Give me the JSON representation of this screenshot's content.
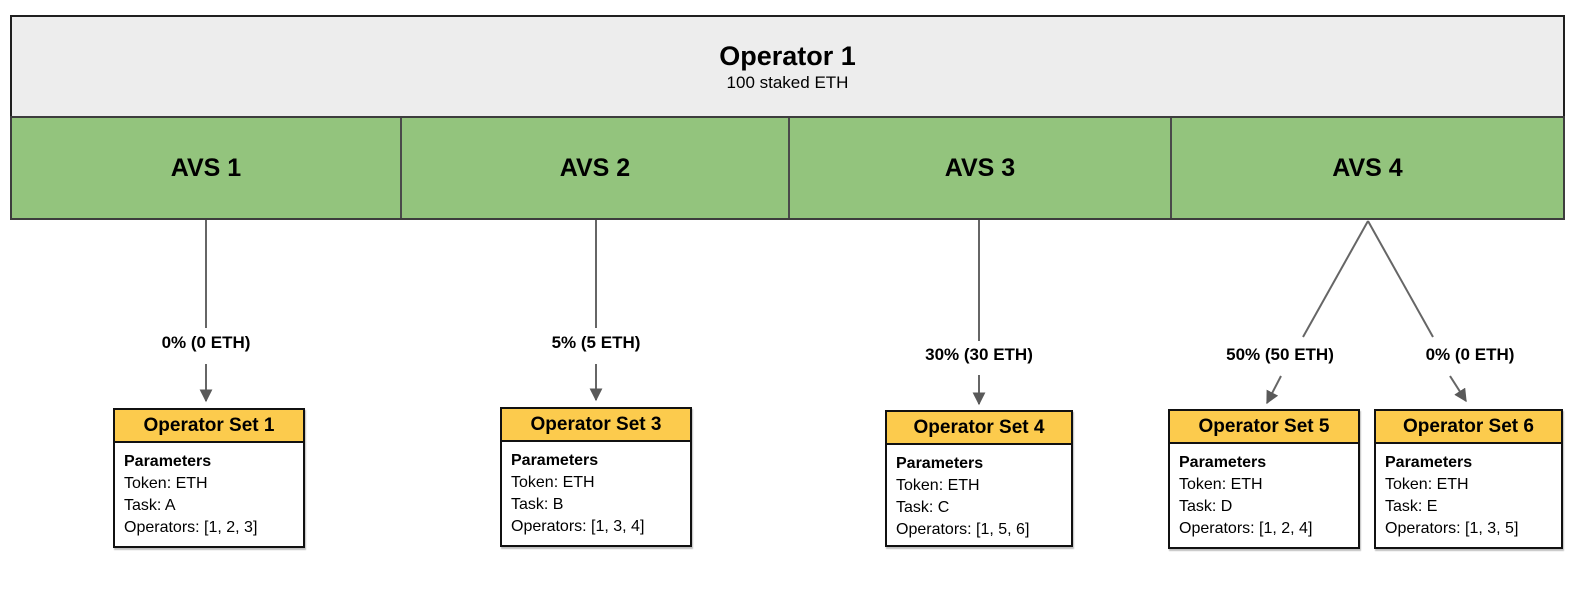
{
  "operator": {
    "title": "Operator 1",
    "subtitle": "100 staked ETH"
  },
  "avs_sections": [
    {
      "label": "AVS 1"
    },
    {
      "label": "AVS 2"
    },
    {
      "label": "AVS 3"
    },
    {
      "label": "AVS 4"
    }
  ],
  "allocations": [
    {
      "label": "0% (0 ETH)",
      "from": "AVS 1",
      "to": "Operator Set 1"
    },
    {
      "label": "5% (5 ETH)",
      "from": "AVS 2",
      "to": "Operator Set 3"
    },
    {
      "label": "30% (30 ETH)",
      "from": "AVS 3",
      "to": "Operator Set 4"
    },
    {
      "label": "50% (50 ETH)",
      "from": "AVS 4",
      "to": "Operator Set 5"
    },
    {
      "label": "0% (0 ETH)",
      "from": "AVS 4",
      "to": "Operator Set 6"
    }
  ],
  "operator_sets": [
    {
      "title": "Operator Set 1",
      "heading": "Parameters",
      "token": "Token: ETH",
      "task": "Task: A",
      "operators": "Operators: [1, 2, 3]"
    },
    {
      "title": "Operator Set 3",
      "heading": "Parameters",
      "token": "Token: ETH",
      "task": "Task: B",
      "operators": "Operators: [1, 3, 4]"
    },
    {
      "title": "Operator Set 4",
      "heading": "Parameters",
      "token": "Token: ETH",
      "task": "Task: C",
      "operators": "Operators: [1, 5, 6]"
    },
    {
      "title": "Operator Set 5",
      "heading": "Parameters",
      "token": "Token: ETH",
      "task": "Task: D",
      "operators": "Operators: [1, 2, 4]"
    },
    {
      "title": "Operator Set 6",
      "heading": "Parameters",
      "token": "Token: ETH",
      "task": "Task: E",
      "operators": "Operators: [1, 3, 5]"
    }
  ],
  "colors": {
    "operator_fill": "#ededed",
    "avs_fill": "#93c47d",
    "set_header_fill": "#fccb4d",
    "node_border": "#111111",
    "arrow_line": "#666666",
    "arrow_head": "#595959"
  }
}
